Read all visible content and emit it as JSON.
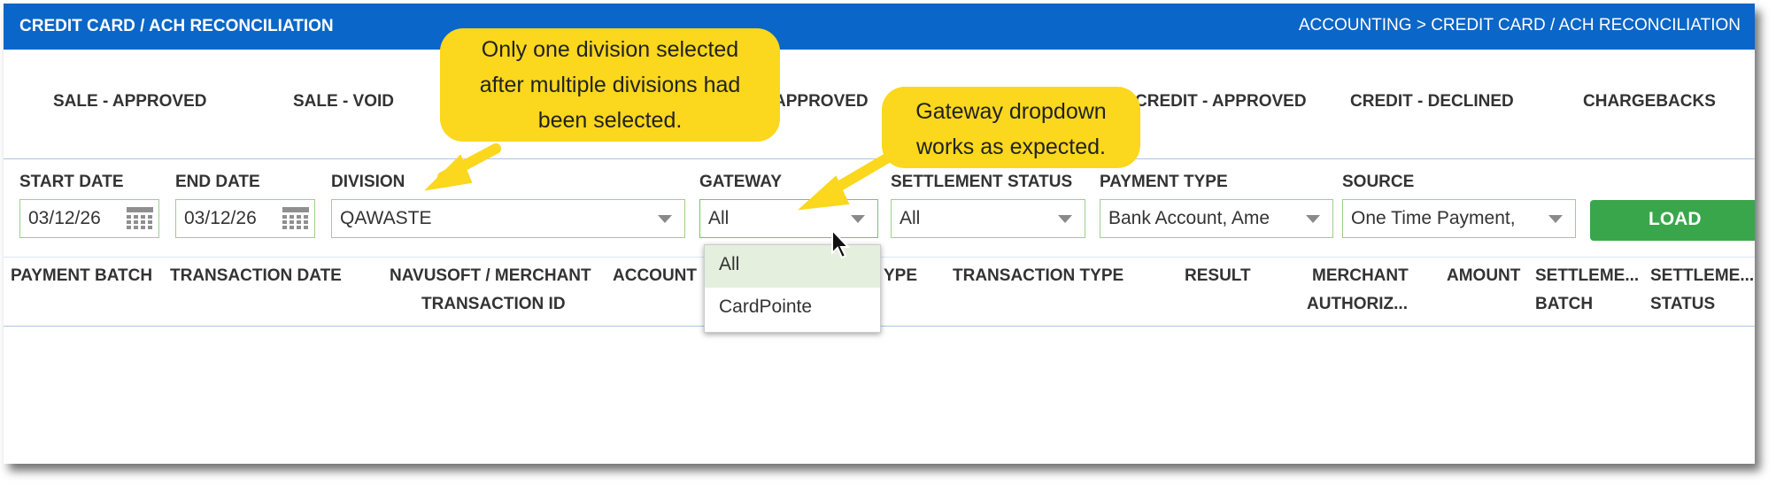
{
  "header": {
    "title": "CREDIT CARD / ACH RECONCILIATION",
    "breadcrumb": "ACCOUNTING > CREDIT CARD / ACH RECONCILIATION"
  },
  "tabs": [
    "SALE - APPROVED",
    "SALE - VOID",
    "APPROVED",
    "CREDIT - APPROVED",
    "CREDIT - DECLINED",
    "CHARGEBACKS"
  ],
  "filters": {
    "start_date": {
      "label": "START DATE",
      "value": "03/12/26"
    },
    "end_date": {
      "label": "END DATE",
      "value": "03/12/26"
    },
    "division": {
      "label": "DIVISION",
      "value": "QAWASTE"
    },
    "gateway": {
      "label": "GATEWAY",
      "value": "All",
      "options": [
        "All",
        "CardPointe"
      ]
    },
    "settlement_status": {
      "label": "SETTLEMENT STATUS",
      "value": "All"
    },
    "payment_type": {
      "label": "PAYMENT TYPE",
      "value": "Bank Account, Ame"
    },
    "source": {
      "label": "SOURCE",
      "value": "One Time Payment,"
    },
    "load_label": "LOAD"
  },
  "columns": {
    "payment_batch": "PAYMENT BATCH",
    "transaction_date": "TRANSACTION DATE",
    "navusoft_1": "NAVUSOFT / MERCHANT",
    "navusoft_2": "TRANSACTION ID",
    "account": "ACCOUNT",
    "type_partial": "YPE",
    "transaction_type": "TRANSACTION TYPE",
    "result": "RESULT",
    "merchant_1": "MERCHANT",
    "merchant_2": "AUTHORIZ...",
    "amount": "AMOUNT",
    "sett_batch_1": "SETTLEME...",
    "sett_batch_2": "BATCH",
    "sett_status_1": "SETTLEME...",
    "sett_status_2": "STATUS"
  },
  "callouts": {
    "division_note": [
      "Only one division selected",
      "after multiple divisions had",
      "been selected."
    ],
    "gateway_note": [
      "Gateway dropdown",
      "works as expected."
    ]
  },
  "colors": {
    "header_blue": "#0a66c8",
    "load_green": "#3aa64b",
    "callout_yellow": "#fbd71d",
    "field_border": "#9ccf8e"
  },
  "icons": {
    "calendar": "calendar-icon",
    "dropdown": "chevron-down-icon",
    "cursor": "mouse-pointer-icon"
  }
}
